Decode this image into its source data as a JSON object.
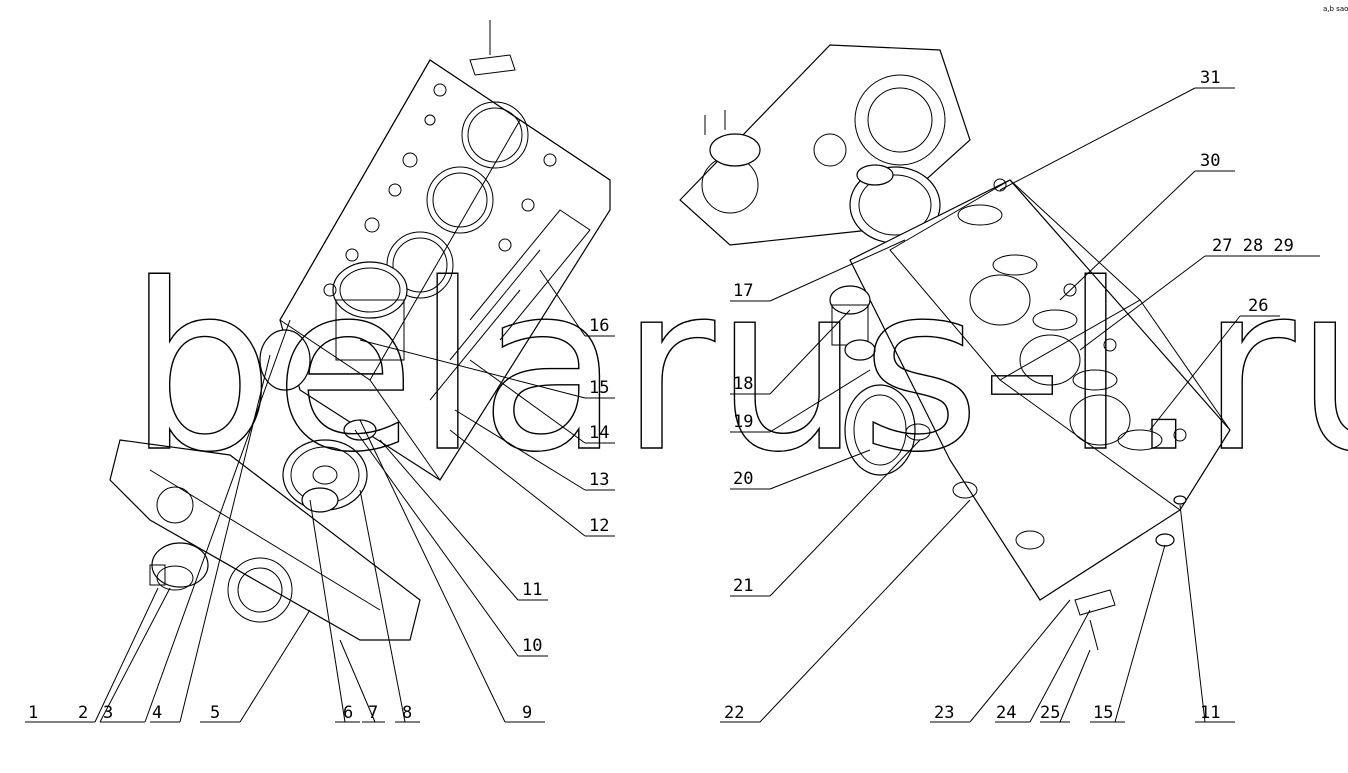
{
  "corner_note": "a,b sao",
  "watermark": "belarus-l.ru",
  "callouts_bottom": [
    "1",
    "2",
    "3",
    "4",
    "5",
    "6",
    "7",
    "8",
    "9",
    "22",
    "23",
    "24",
    "25",
    "15",
    "11"
  ],
  "callouts_right_left": [
    "16",
    "15",
    "14",
    "13",
    "12",
    "11",
    "10"
  ],
  "callouts_left_right": [
    "17",
    "18",
    "19",
    "20",
    "21"
  ],
  "callouts_top_right": [
    "31",
    "30",
    "27 28 29",
    "26"
  ]
}
